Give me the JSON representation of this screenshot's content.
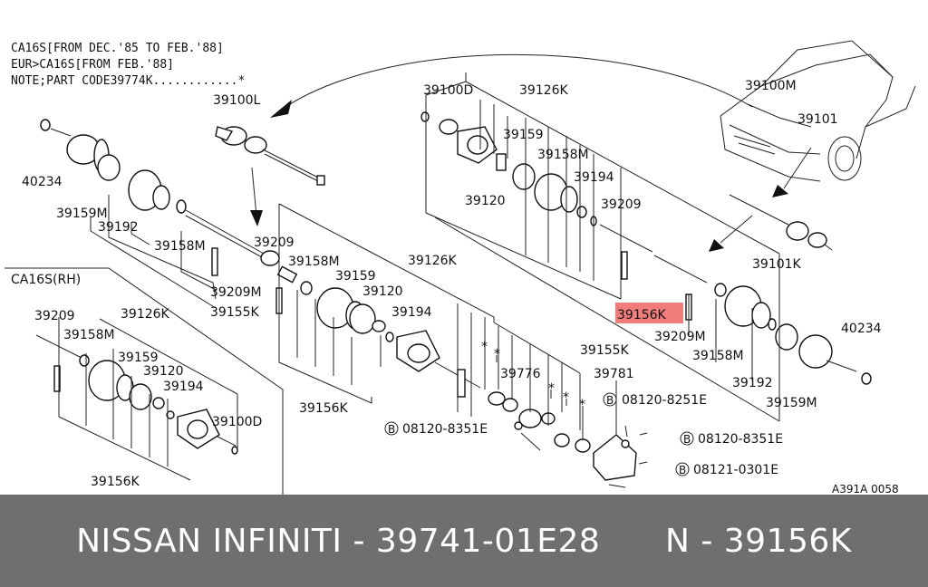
{
  "diagram": {
    "notes": [
      "CA16S[FROM DEC.'85 TO FEB.'88]",
      "EUR>CA16S[FROM FEB.'88]",
      "NOTE;PART CODE39774K............*"
    ],
    "section_label": "CA16S(RH)",
    "highlight_color": "#f07c7c",
    "labels": {
      "p40234_l": "40234",
      "p39159m_l": "39159M",
      "p39192_l": "39192",
      "p39158m_l": "39158M",
      "p39100l": "39100L",
      "p39209_c": "39209",
      "p39158m_c": "39158M",
      "p39159_c": "39159",
      "p39209m_c": "39209M",
      "p39155k_c": "39155K",
      "p39120_c": "39120",
      "p39194_c": "39194",
      "p39126k_c": "39126K",
      "p39156k_c": "39156K",
      "p39100d_t": "39100D",
      "p39126k_t": "39126K",
      "p39159_t": "39159",
      "p39158m_t": "39158M",
      "p39194_t": "39194",
      "p39120_t": "39120",
      "p39209_t": "39209",
      "p39156k_hl": "39156K",
      "p39155k_r": "39155K",
      "p39209m_r": "39209M",
      "p39158m_r": "39158M",
      "p39192_r": "39192",
      "p39159m_r": "39159M",
      "p40234_r": "40234",
      "p39100m": "39100M",
      "p39101": "39101",
      "p39101k": "39101K",
      "p39776": "39776",
      "p39781": "39781",
      "b1": "08120-8251E",
      "b2": "08120-8351E",
      "b3": "08120-8351E",
      "b4": "08121-0301E",
      "p39209_rh": "39209",
      "p39158m_rh": "39158M",
      "p39126k_rh": "39126K",
      "p39159_rh": "39159",
      "p39120_rh": "39120",
      "p39194_rh": "39194",
      "p39100d_rh": "39100D",
      "p39156k_rh": "39156K",
      "ref": "A391A 0058",
      "star": "*",
      "bolt": "B"
    }
  },
  "banner": {
    "text": "NISSAN INFINITI - 39741-01E28      N - 39156K"
  }
}
